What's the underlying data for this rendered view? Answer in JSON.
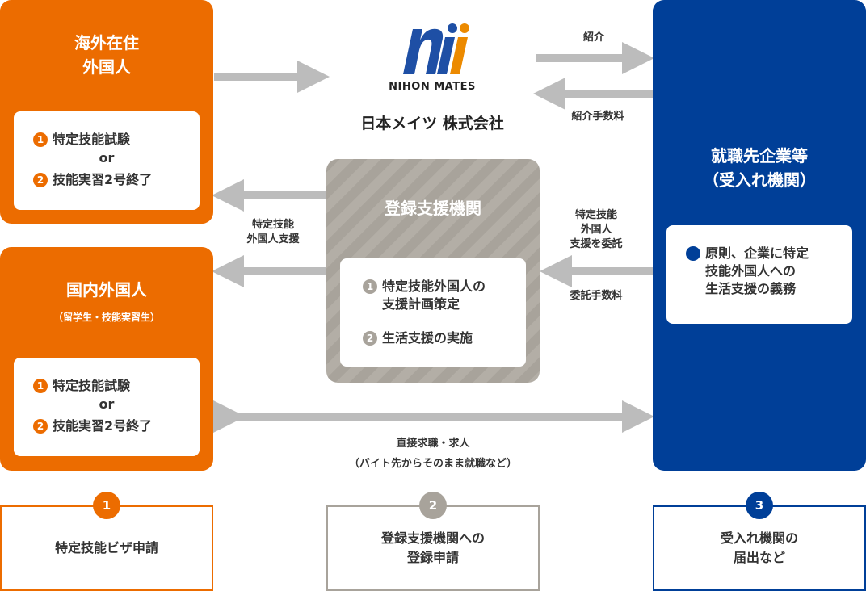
{
  "overseas": {
    "title_line1": "海外在住",
    "title_line2": "外国人",
    "item1": "特定技能試験",
    "or": "or",
    "item2": "技能実習2号終了"
  },
  "domestic": {
    "title": "国内外国人",
    "subtitle": "（留学生・技能実習生）",
    "item1": "特定技能試験",
    "or": "or",
    "item2": "技能実習2号終了"
  },
  "logo": {
    "name": "NIHON MATES",
    "company": "日本メイツ 株式会社"
  },
  "support_org": {
    "title": "登録支援機関",
    "item1": "特定技能外国人の\n支援計画策定",
    "item2": "生活支援の実施"
  },
  "employer": {
    "title_line1": "就職先企業等",
    "title_line2": "（受入れ機関）",
    "note": "原則、企業に特定\n技能外国人への\n生活支援の義務"
  },
  "labels": {
    "introduction": "紹介",
    "introduction_fee": "紹介手数料",
    "support_request": "特定技能\n外国人\n支援を委託",
    "commission_fee": "委託手数料",
    "foreign_support": "特定技能\n外国人支援",
    "direct_job": "直接求職・求人",
    "direct_job_note": "（バイト先からそのまま就職など）"
  },
  "steps": [
    {
      "num": "1",
      "text": "特定技能ビザ申請"
    },
    {
      "num": "2",
      "text": "登録支援機関への\n登録申請"
    },
    {
      "num": "3",
      "text": "受入れ機関の\n届出など"
    }
  ],
  "colors": {
    "orange": "#ec6c00",
    "blue": "#003f98",
    "gray": "#a8a39b",
    "arrow": "#bcbcbc"
  }
}
